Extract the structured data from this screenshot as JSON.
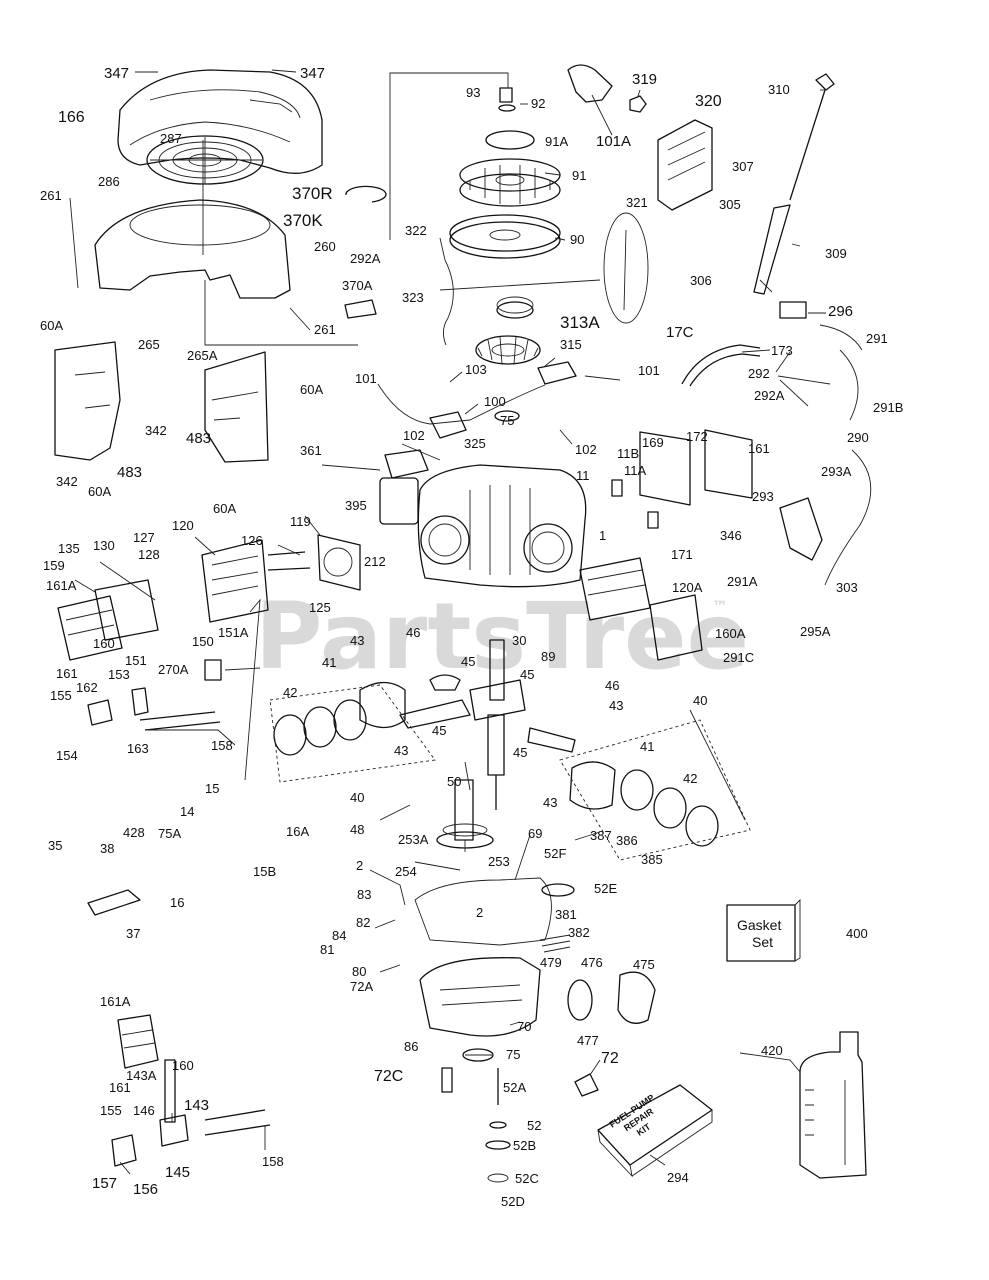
{
  "watermark": {
    "text": "PartsTree",
    "mark": "™"
  },
  "box_labels": {
    "gasket_line1": "Gasket",
    "gasket_line2": "Set",
    "kit_line1": "FUEL PUMP",
    "kit_line2": "REPAIR",
    "kit_line3": "KIT"
  },
  "callouts": [
    {
      "text": "347"
    },
    {
      "text": "347"
    },
    {
      "text": "166"
    },
    {
      "text": "287"
    },
    {
      "text": "286"
    },
    {
      "text": "261"
    },
    {
      "text": "370R"
    },
    {
      "text": "370K"
    },
    {
      "text": "260"
    },
    {
      "text": "292A"
    },
    {
      "text": "370A"
    },
    {
      "text": "261"
    },
    {
      "text": "265"
    },
    {
      "text": "265A"
    },
    {
      "text": "60A"
    },
    {
      "text": "60A"
    },
    {
      "text": "342"
    },
    {
      "text": "483"
    },
    {
      "text": "342"
    },
    {
      "text": "483"
    },
    {
      "text": "60A"
    },
    {
      "text": "60A"
    },
    {
      "text": "93"
    },
    {
      "text": "92"
    },
    {
      "text": "91A"
    },
    {
      "text": "91"
    },
    {
      "text": "90"
    },
    {
      "text": "322"
    },
    {
      "text": "323"
    },
    {
      "text": "313A"
    },
    {
      "text": "101A"
    },
    {
      "text": "319"
    },
    {
      "text": "320"
    },
    {
      "text": "321"
    },
    {
      "text": "310"
    },
    {
      "text": "307"
    },
    {
      "text": "305"
    },
    {
      "text": "309"
    },
    {
      "text": "306"
    },
    {
      "text": "296"
    },
    {
      "text": "17C"
    },
    {
      "text": "291"
    },
    {
      "text": "173"
    },
    {
      "text": "292"
    },
    {
      "text": "292A"
    },
    {
      "text": "291B"
    },
    {
      "text": "101"
    },
    {
      "text": "103"
    },
    {
      "text": "315"
    },
    {
      "text": "101"
    },
    {
      "text": "100"
    },
    {
      "text": "75"
    },
    {
      "text": "102"
    },
    {
      "text": "102"
    },
    {
      "text": "325"
    },
    {
      "text": "361"
    },
    {
      "text": "395"
    },
    {
      "text": "212"
    },
    {
      "text": "11"
    },
    {
      "text": "11A"
    },
    {
      "text": "11B"
    },
    {
      "text": "169"
    },
    {
      "text": "172"
    },
    {
      "text": "161"
    },
    {
      "text": "290"
    },
    {
      "text": "293A"
    },
    {
      "text": "293"
    },
    {
      "text": "1"
    },
    {
      "text": "171"
    },
    {
      "text": "346"
    },
    {
      "text": "291A"
    },
    {
      "text": "303"
    },
    {
      "text": "120A"
    },
    {
      "text": "160A"
    },
    {
      "text": "291C"
    },
    {
      "text": "295A"
    },
    {
      "text": "120"
    },
    {
      "text": "127"
    },
    {
      "text": "128"
    },
    {
      "text": "130"
    },
    {
      "text": "135"
    },
    {
      "text": "126"
    },
    {
      "text": "119"
    },
    {
      "text": "159"
    },
    {
      "text": "161A"
    },
    {
      "text": "160"
    },
    {
      "text": "151"
    },
    {
      "text": "150"
    },
    {
      "text": "151A"
    },
    {
      "text": "125"
    },
    {
      "text": "161"
    },
    {
      "text": "270A"
    },
    {
      "text": "153"
    },
    {
      "text": "155"
    },
    {
      "text": "162"
    },
    {
      "text": "163"
    },
    {
      "text": "154"
    },
    {
      "text": "158"
    },
    {
      "text": "43"
    },
    {
      "text": "46"
    },
    {
      "text": "30"
    },
    {
      "text": "89"
    },
    {
      "text": "41"
    },
    {
      "text": "45"
    },
    {
      "text": "45"
    },
    {
      "text": "42"
    },
    {
      "text": "43"
    },
    {
      "text": "45"
    },
    {
      "text": "46"
    },
    {
      "text": "43"
    },
    {
      "text": "40"
    },
    {
      "text": "45"
    },
    {
      "text": "41"
    },
    {
      "text": "42"
    },
    {
      "text": "40"
    },
    {
      "text": "50"
    },
    {
      "text": "43"
    },
    {
      "text": "15"
    },
    {
      "text": "14"
    },
    {
      "text": "16A"
    },
    {
      "text": "48"
    },
    {
      "text": "253A"
    },
    {
      "text": "69"
    },
    {
      "text": "387"
    },
    {
      "text": "386"
    },
    {
      "text": "385"
    },
    {
      "text": "35"
    },
    {
      "text": "38"
    },
    {
      "text": "428"
    },
    {
      "text": "75A"
    },
    {
      "text": "15B"
    },
    {
      "text": "16"
    },
    {
      "text": "37"
    },
    {
      "text": "2"
    },
    {
      "text": "254"
    },
    {
      "text": "253"
    },
    {
      "text": "52F"
    },
    {
      "text": "52E"
    },
    {
      "text": "83"
    },
    {
      "text": "82"
    },
    {
      "text": "84"
    },
    {
      "text": "81"
    },
    {
      "text": "2"
    },
    {
      "text": "381"
    },
    {
      "text": "382"
    },
    {
      "text": "80"
    },
    {
      "text": "72A"
    },
    {
      "text": "479"
    },
    {
      "text": "476"
    },
    {
      "text": "475"
    },
    {
      "text": "70"
    },
    {
      "text": "477"
    },
    {
      "text": "400"
    },
    {
      "text": "86"
    },
    {
      "text": "75"
    },
    {
      "text": "72"
    },
    {
      "text": "72C"
    },
    {
      "text": "52A"
    },
    {
      "text": "52"
    },
    {
      "text": "52B"
    },
    {
      "text": "52C"
    },
    {
      "text": "52D"
    },
    {
      "text": "294"
    },
    {
      "text": "420"
    },
    {
      "text": "161A"
    },
    {
      "text": "160"
    },
    {
      "text": "161"
    },
    {
      "text": "143A"
    },
    {
      "text": "143"
    },
    {
      "text": "155"
    },
    {
      "text": "146"
    },
    {
      "text": "145"
    },
    {
      "text": "157"
    },
    {
      "text": "156"
    },
    {
      "text": "158"
    }
  ]
}
